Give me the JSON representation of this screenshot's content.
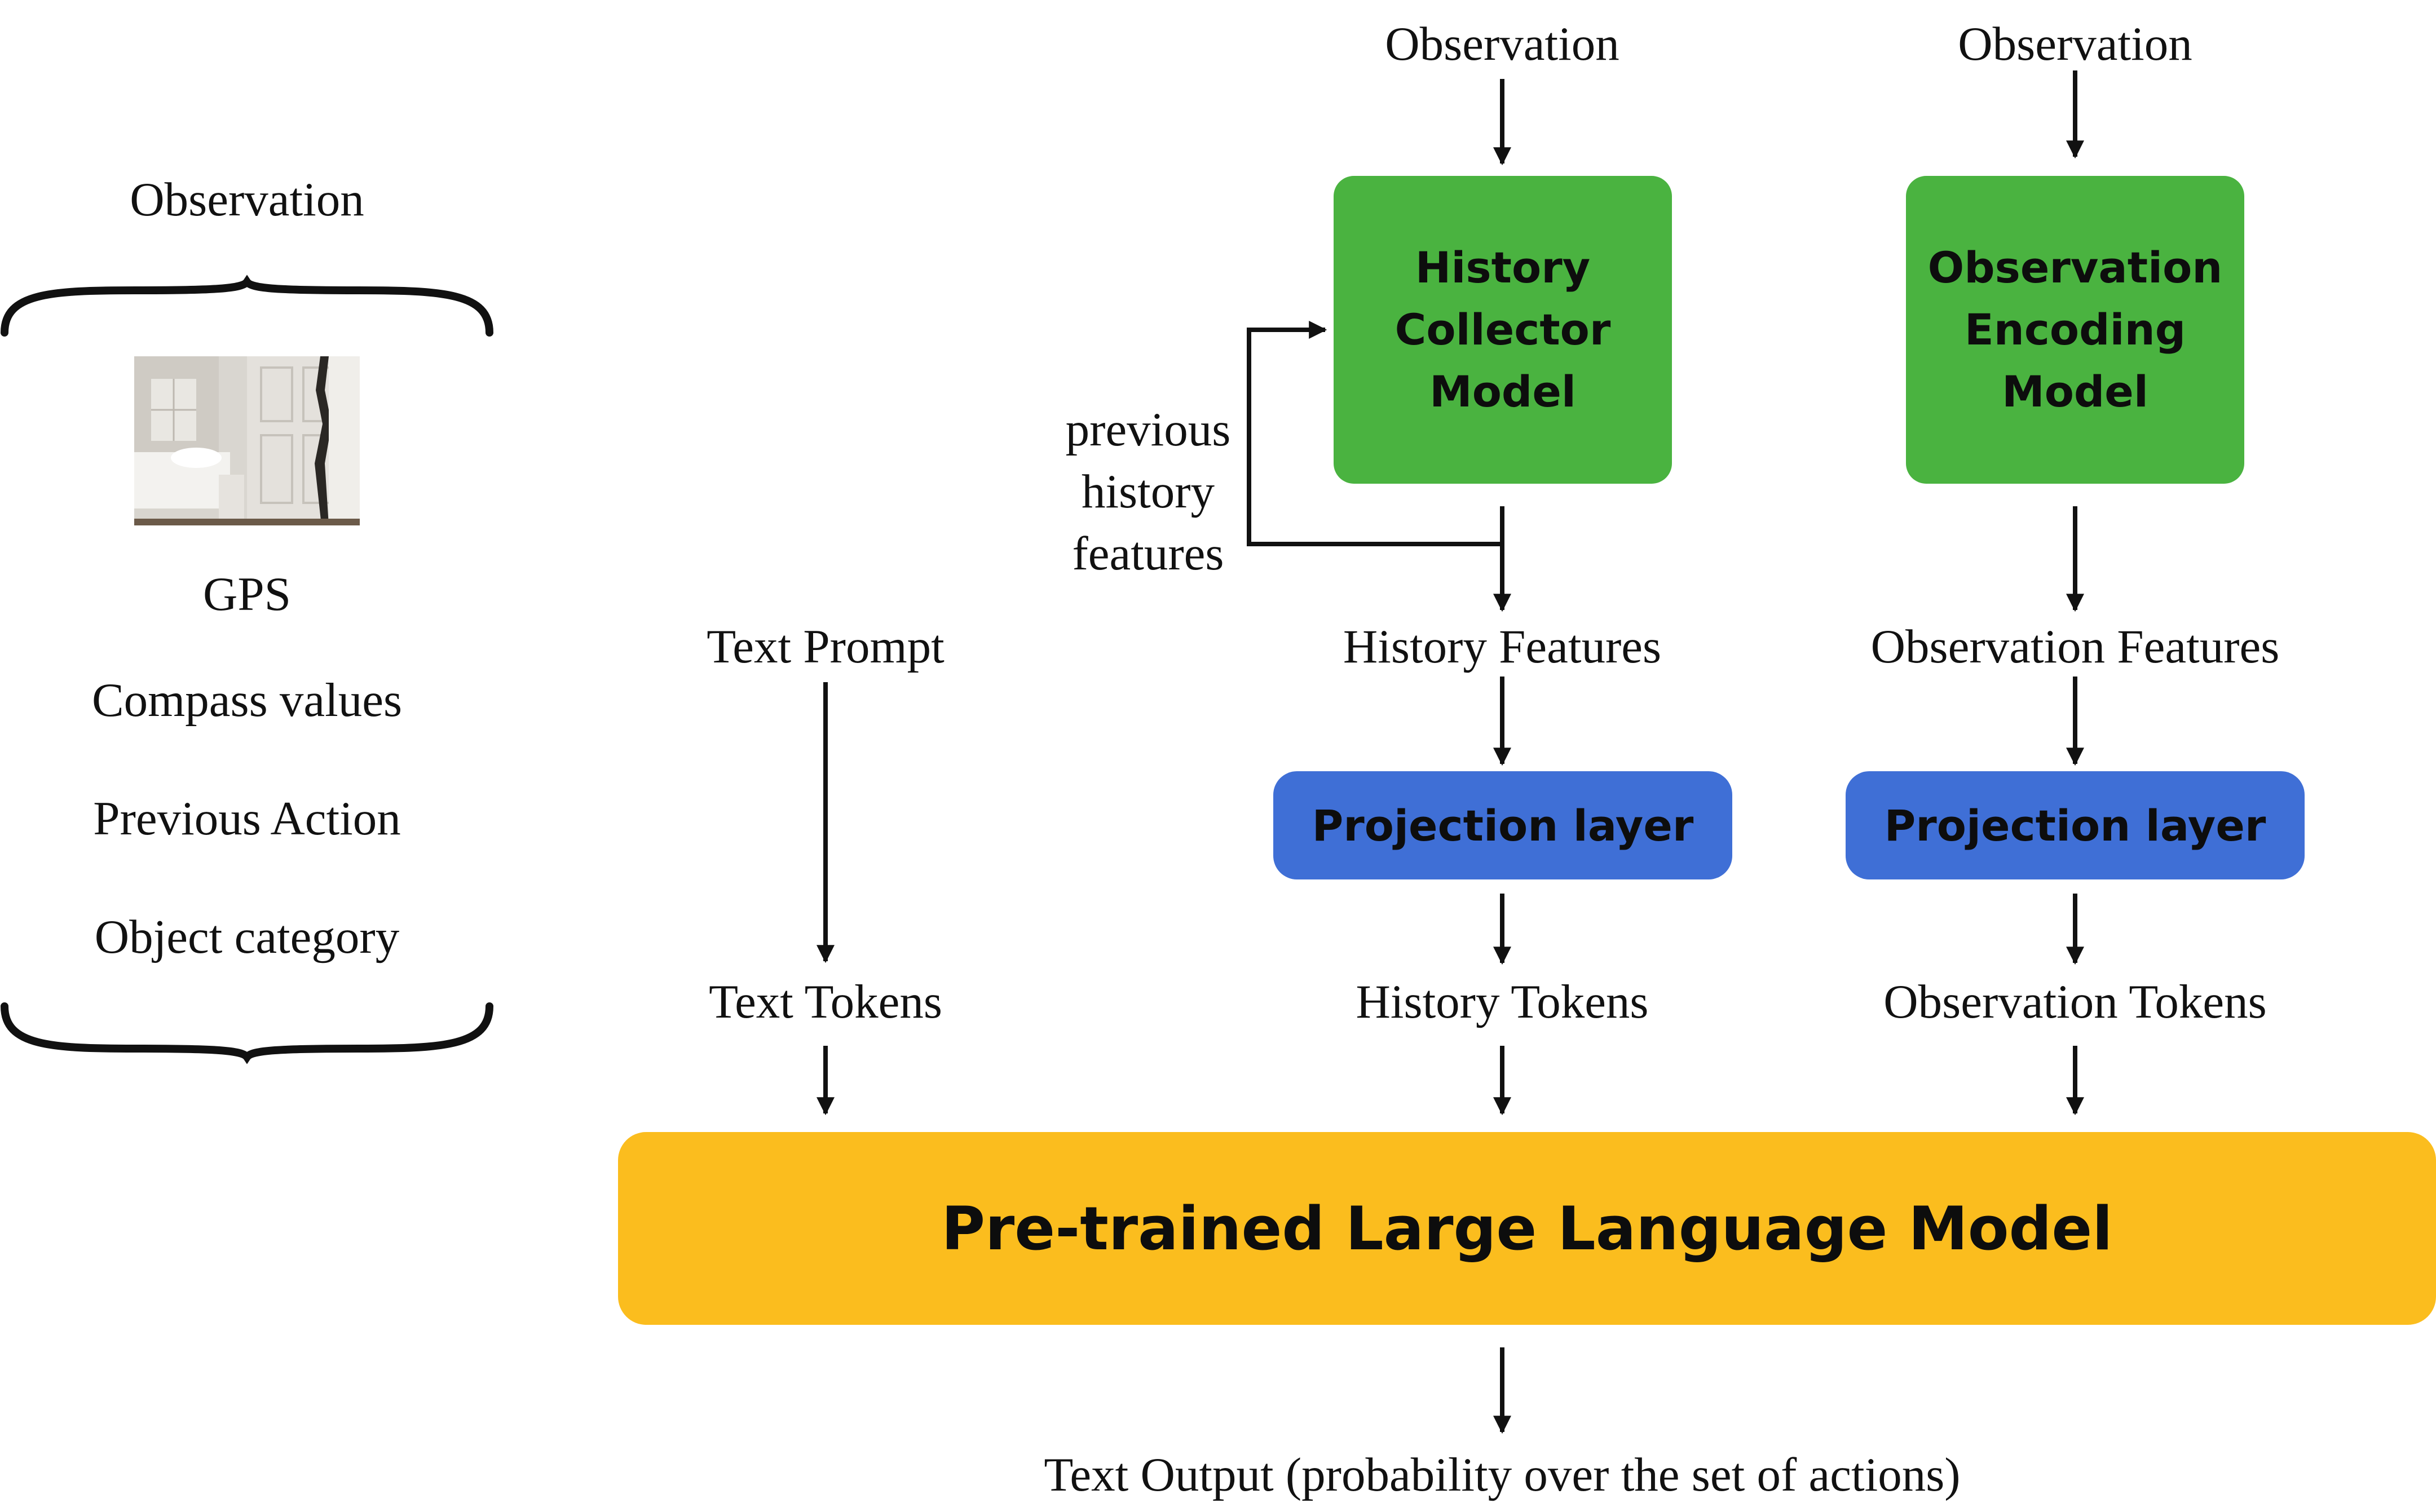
{
  "left_panel": {
    "title": "Observation",
    "items": [
      "GPS",
      "Compass values",
      "Previous Action",
      "Object category"
    ]
  },
  "top_labels": {
    "history_observation": "Observation",
    "encoder_observation": "Observation"
  },
  "boxes": {
    "history_collector": "History\nCollector\nModel",
    "observation_encoding": "Observation\nEncoding\nModel",
    "projection_history": "Projection layer",
    "projection_observation": "Projection layer",
    "llm": "Pre-trained Large Language Model"
  },
  "feedback_label": [
    "previous",
    "history",
    "features"
  ],
  "labels": {
    "text_prompt": "Text Prompt",
    "history_features": "History Features",
    "observation_features": "Observation Features",
    "text_tokens": "Text Tokens",
    "history_tokens": "History Tokens",
    "observation_tokens": "Observation Tokens",
    "output": "Text Output (probability over the set of actions)"
  },
  "colors": {
    "green": "#4ab340",
    "blue": "#3f6fd6",
    "yellow": "#fbbd1e",
    "arrow": "#111111"
  }
}
